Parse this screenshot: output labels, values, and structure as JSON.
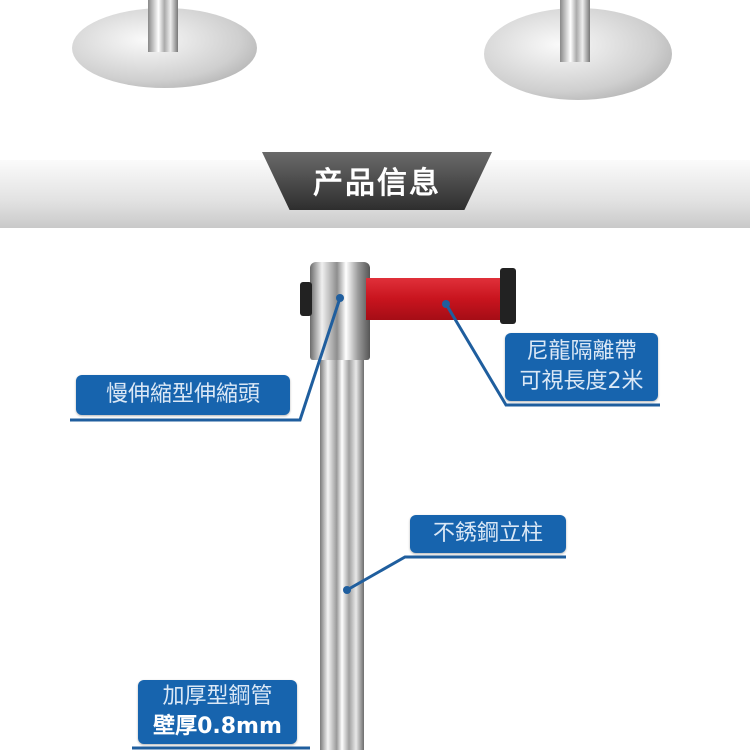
{
  "banner": {
    "title": "产品信息"
  },
  "callouts": {
    "retractable_head": "慢伸縮型伸縮頭",
    "nylon_belt_line1": "尼龍隔離帶",
    "nylon_belt_line2": "可視長度2米",
    "stainless_post": "不銹鋼立柱",
    "thick_tube_line1": "加厚型鋼管",
    "thick_tube_line2": "壁厚0.8mm"
  },
  "colors": {
    "callout": "#1764ae",
    "belt": "#c8141e"
  }
}
